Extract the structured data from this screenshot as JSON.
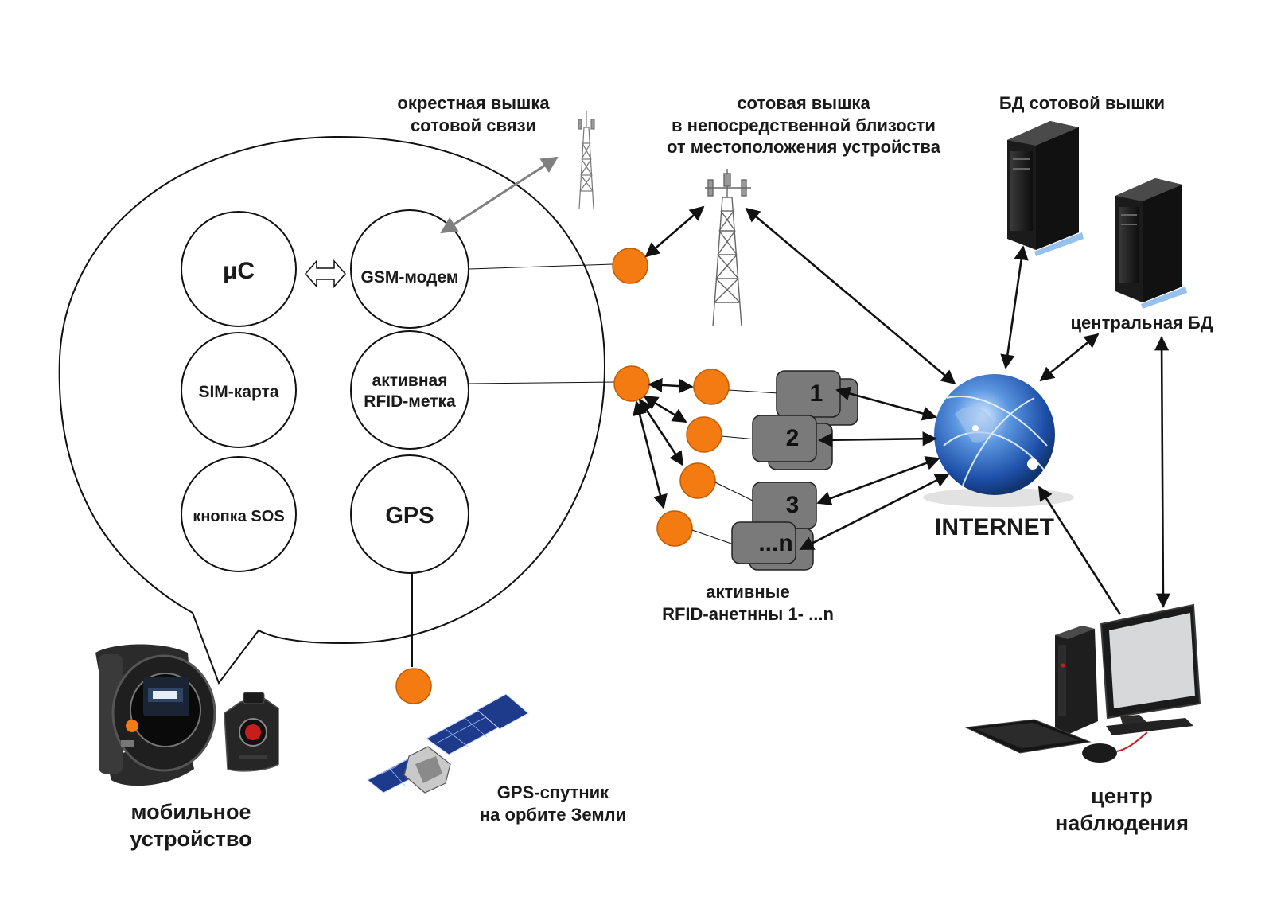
{
  "bubble": {
    "components": {
      "mc": "μC",
      "gsm": "GSM-модем",
      "sim": "SIM-карта",
      "rfid": [
        "активная",
        "RFID-метка"
      ],
      "sos": "кнопка SOS",
      "gps": "GPS"
    }
  },
  "labels": {
    "nearby_tower": [
      "окрестная вышка",
      "сотовой связи"
    ],
    "cell_tower": [
      "сотовая вышка",
      "в непосредственной близости",
      "от местоположения устройства"
    ],
    "tower_db": "БД сотовой вышки",
    "central_db": "центральная БД",
    "internet": "INTERNET",
    "rfid_antennas": [
      "активные",
      "RFID-анетнны 1- ...n"
    ],
    "gps_satellite": [
      "GPS-спутник",
      "на орбите Земли"
    ],
    "mobile_device": [
      "мобильное",
      "устройство"
    ],
    "monitoring_center": [
      "центр",
      "наблюдения"
    ]
  },
  "antennas": [
    "1",
    "2",
    "3",
    "...n"
  ],
  "colors": {
    "node_orange": "#f47b12",
    "antenna_box": "#7a7a7a",
    "arrow": "#111111",
    "tower_arrow": "#808080",
    "globe_blue": "#2a64b8"
  },
  "icons": [
    "cell-tower-icon",
    "server-icon",
    "globe-icon",
    "satellite-icon",
    "smartwatch-icon",
    "sos-tracker-icon",
    "workstation-icon"
  ]
}
